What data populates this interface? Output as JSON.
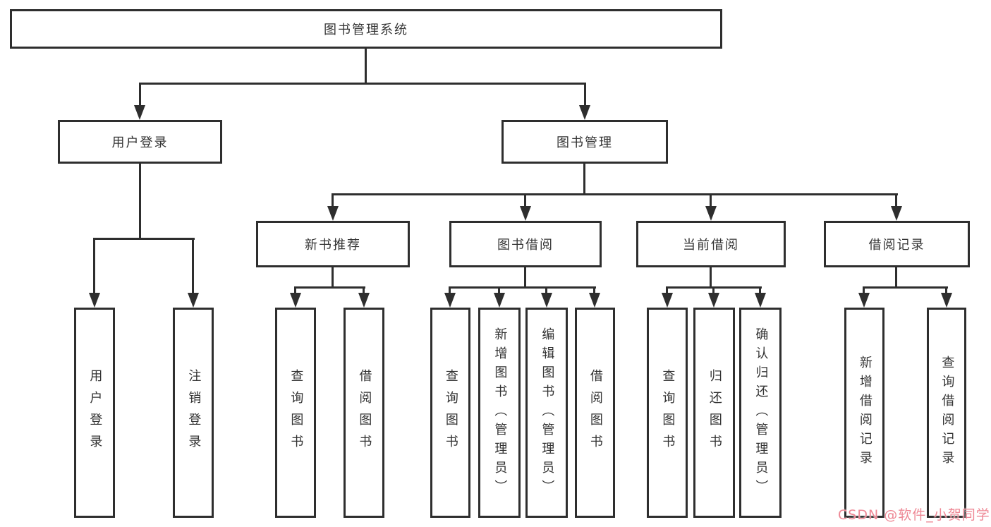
{
  "diagram": {
    "root": "图书管理系统",
    "level2": {
      "user_login": "用户登录",
      "book_management": "图书管理"
    },
    "level3": {
      "new_book_recommend": "新书推荐",
      "book_borrow": "图书借阅",
      "current_borrow": "当前借阅",
      "borrow_record": "借阅记录"
    },
    "leaves": {
      "user_login": [
        "用户登录",
        "注销登录"
      ],
      "new_book_recommend": [
        "查询图书",
        "借阅图书"
      ],
      "book_borrow": [
        "查询图书",
        "新增图书（管理员）",
        "编辑图书（管理员）",
        "借阅图书"
      ],
      "current_borrow": [
        "查询图书",
        "归还图书",
        "确认归还（管理员）"
      ],
      "borrow_record": [
        "新增借阅记录",
        "查询借阅记录"
      ]
    }
  },
  "watermark": {
    "text": "CSDN @软件_小贺同学",
    "color": "#ee8794"
  },
  "colors": {
    "line": "#2e2e2e",
    "text": "#333333",
    "background": "#ffffff"
  }
}
